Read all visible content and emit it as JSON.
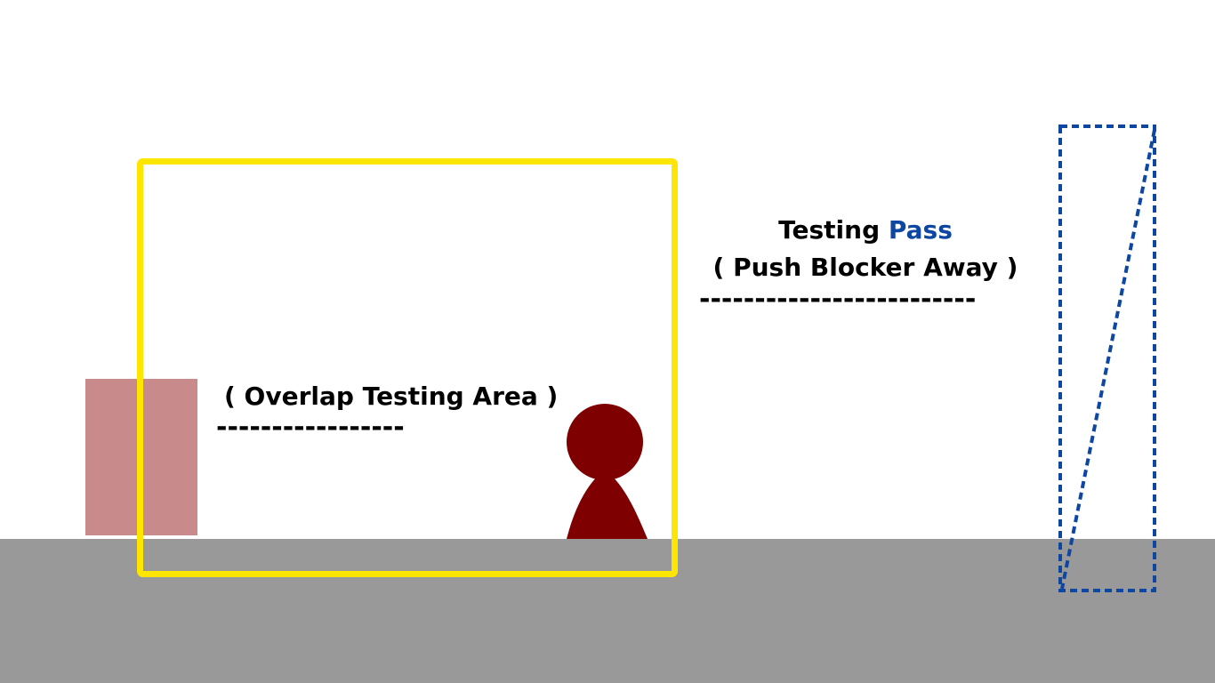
{
  "scene": {
    "colors": {
      "ground": "#999999",
      "testing_area_border": "#ffe600",
      "blocker": "#9b2a2a",
      "character": "#7f0000",
      "trigger_border": "#0d47a1",
      "pass_accent": "#0d47a1"
    },
    "overlap_area": {
      "label": "( Overlap Testing Area )",
      "dashes": "-----------------"
    },
    "pass_area": {
      "title_prefix": "Testing ",
      "title_accent": "Pass",
      "subtitle": "( Push Blocker Away )",
      "dashes": "-------------------------"
    },
    "icons": {
      "character": "player-character-icon",
      "blocker": "blocker-box-icon",
      "trigger": "pass-trigger-zone-icon"
    }
  }
}
